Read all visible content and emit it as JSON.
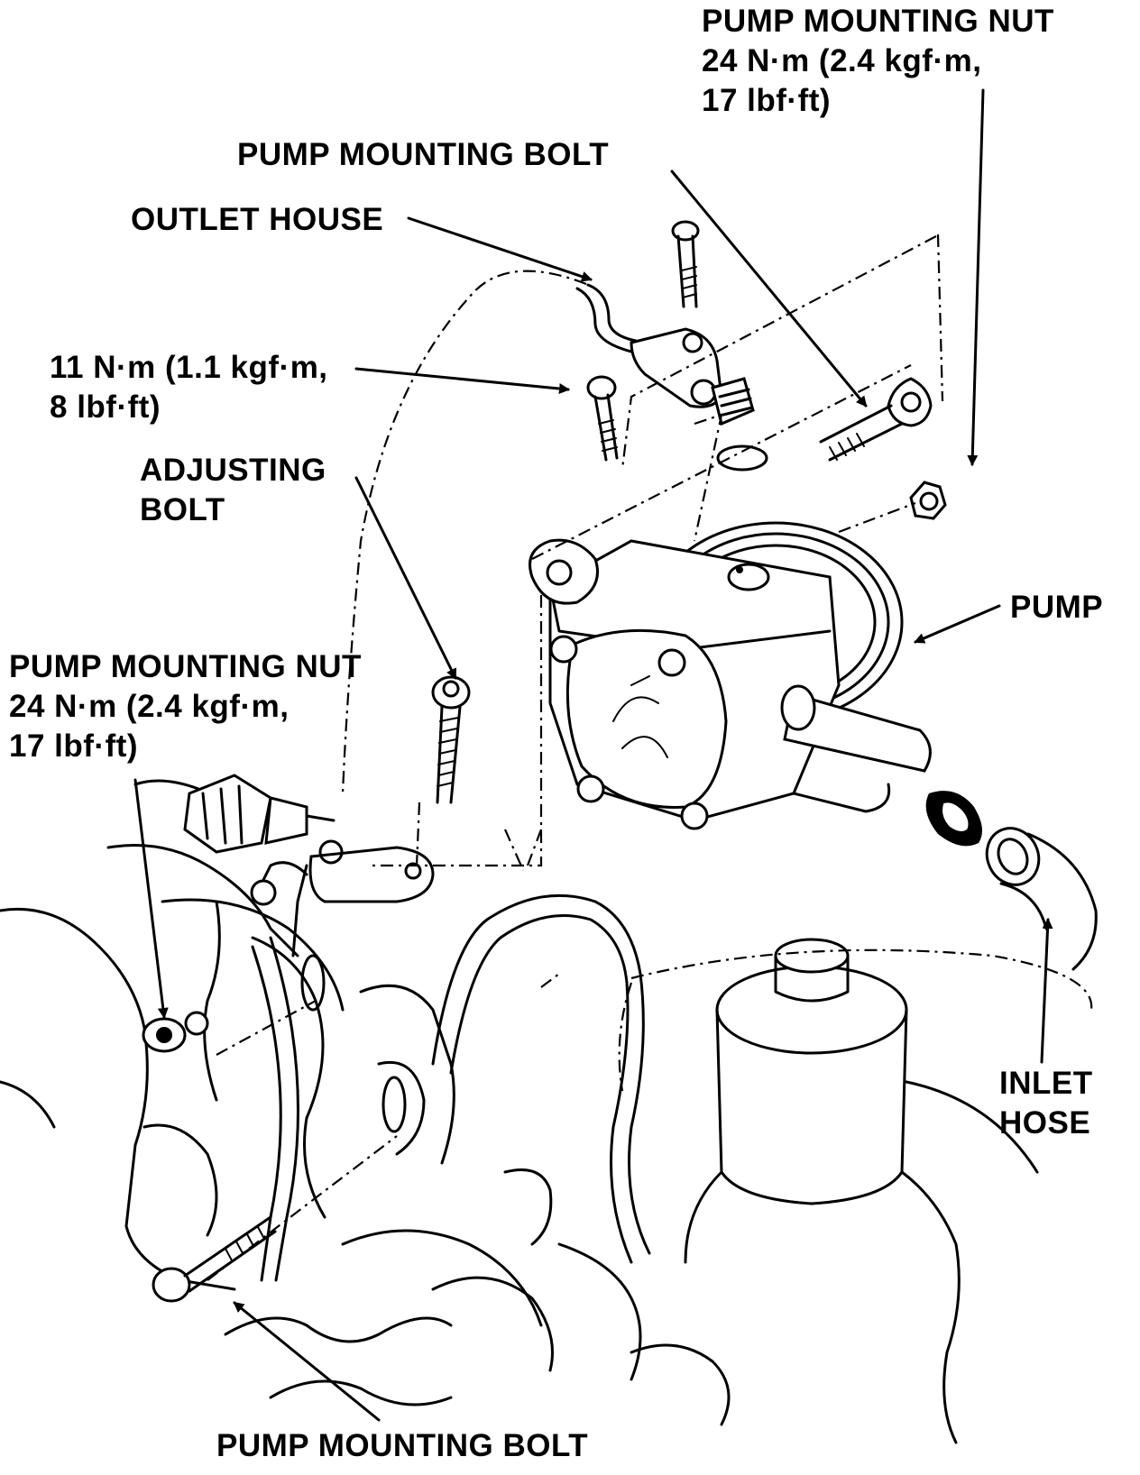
{
  "labels": {
    "pump_mounting_nut_top": {
      "line1": "PUMP MOUNTING NUT",
      "line2": "24 N·m (2.4 kgf·m,",
      "line3": "17 lbf·ft)"
    },
    "pump_mounting_bolt_top": "PUMP MOUNTING BOLT",
    "outlet_house": "OUTLET HOUSE",
    "outlet_torque": {
      "line1": "11 N·m (1.1 kgf·m,",
      "line2": "8 lbf·ft)"
    },
    "adjusting_bolt": {
      "line1": "ADJUSTING",
      "line2": "BOLT"
    },
    "pump": "PUMP",
    "pump_mounting_nut_left": {
      "line1": "PUMP MOUNTING NUT",
      "line2": "24 N·m (2.4 kgf·m,",
      "line3": "17 lbf·ft)"
    },
    "inlet_hose": {
      "line1": "INLET",
      "line2": "HOSE"
    },
    "pump_mounting_bolt_bottom": "PUMP MOUNTING BOLT"
  }
}
